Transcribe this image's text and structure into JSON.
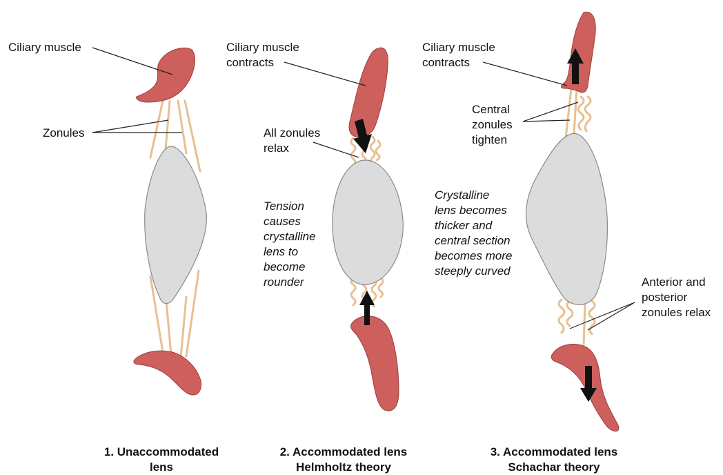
{
  "panel1": {
    "labels": {
      "ciliary": "Ciliary muscle",
      "zonules": "Zonules"
    },
    "caption": "1. Unaccommodated\nlens"
  },
  "panel2": {
    "labels": {
      "ciliary": "Ciliary muscle\ncontracts",
      "zonules": "All zonules\nrelax",
      "tension": "Tension\ncauses\ncrystalline\nlens to\nbecome\nrounder"
    },
    "caption": "2. Accommodated lens\nHelmholtz theory"
  },
  "panel3": {
    "labels": {
      "ciliary": "Ciliary muscle\ncontracts",
      "central": "Central\nzonules\ntighten",
      "crystalline": "Crystalline\nlens becomes\nthicker and\ncentral section\nbecomes more\nsteeply curved",
      "anterior": "Anterior and\nposterior\nzonules relax"
    },
    "caption": "3. Accommodated lens\nSchachar theory"
  },
  "colors": {
    "muscle": "#cd5f5c",
    "lens": "#dcdcdc",
    "zonule": "#e8bf91",
    "arrow": "#111111"
  }
}
